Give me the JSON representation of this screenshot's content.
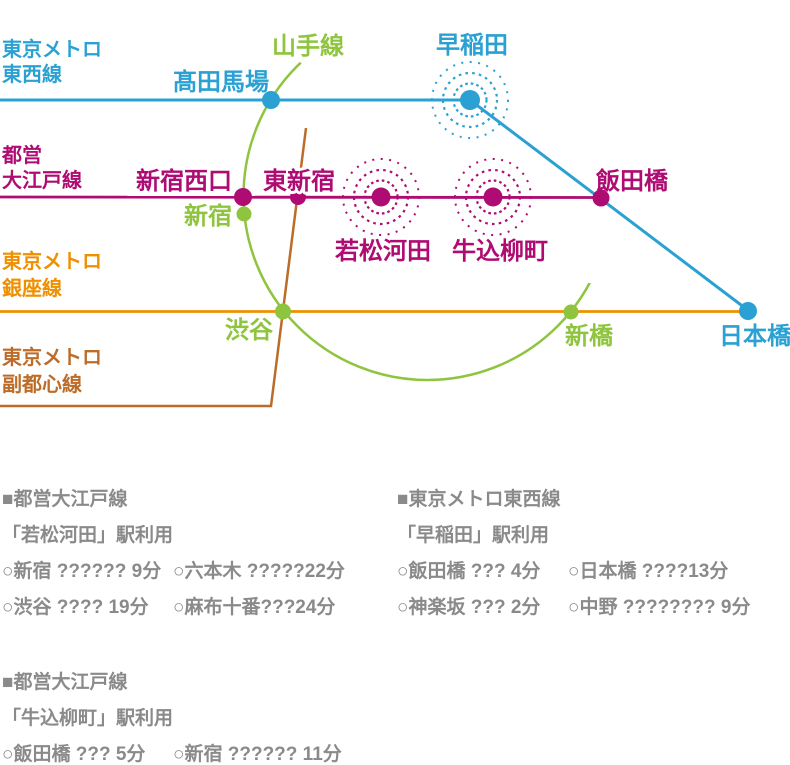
{
  "map": {
    "yamanote_label": "山手線",
    "line_labels": {
      "tozai": {
        "line1": "東京メトロ",
        "line2": "東西線"
      },
      "oedo": {
        "line1": "都営",
        "line2": "大江戸線"
      },
      "ginza": {
        "line1": "東京メトロ",
        "line2": "銀座線"
      },
      "fukutoshin": {
        "line1": "東京メトロ",
        "line2": "副都心線"
      }
    },
    "stations": {
      "takadanobaba": "髙田馬場",
      "waseda": "早稲田",
      "shinjuku_nishiguchi": "新宿西口",
      "higashi_shinjuku": "東新宿",
      "shinjuku": "新宿",
      "wakamatsu_kawada": "若松河田",
      "ushigome_yanagicho": "牛込柳町",
      "iidabashi": "飯田橋",
      "shibuya": "渋谷",
      "shimbashi": "新橋",
      "nihombashi": "日本橋"
    },
    "colors": {
      "tozai_blue": "#2AA1D2",
      "oedo_magenta": "#AE0C72",
      "yamanote_green": "#8EC43E",
      "ginza_orange": "#EE9000",
      "fukutoshin_brown": "#BC6C28",
      "info_text_gray": "#8A8A8A",
      "highlight_band_white": "#FFFFFF"
    }
  },
  "info_blocks": {
    "wakamatsu": {
      "heading_line": "■都営大江戸線",
      "heading_station": "「若松河田」駅利用",
      "col1": [
        "○新宿 ?????? 9分",
        "○渋谷 ???? 19分"
      ],
      "col2": [
        "○六本木 ?????22分",
        "○麻布十番???24分"
      ]
    },
    "waseda": {
      "heading_line": "■東京メトロ東西線",
      "heading_station": "「早稲田」駅利用",
      "col1": [
        "○飯田橋 ??? 4分",
        "○神楽坂 ??? 2分"
      ],
      "col2": [
        "○日本橋 ????13分",
        "○中野 ???????? 9分"
      ]
    },
    "ushigome": {
      "heading_line": "■都営大江戸線",
      "heading_station": "「牛込柳町」駅利用",
      "col1": [
        "○飯田橋 ??? 5分"
      ],
      "col2": [
        "○新宿 ?????? 11分"
      ]
    }
  }
}
